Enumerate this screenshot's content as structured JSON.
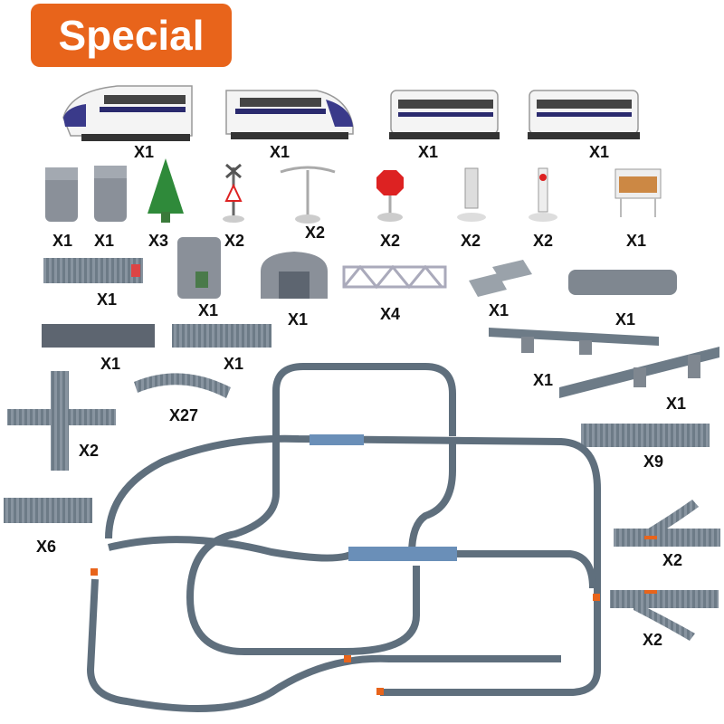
{
  "header": {
    "badge": "Special"
  },
  "quantities": {
    "train_head_1": "X1",
    "train_head_2": "X1",
    "train_car_1": "X1",
    "train_car_2": "X1",
    "pillar_1": "X1",
    "pillar_2": "X1",
    "tree": "X3",
    "crossing_sign": "X2",
    "street_lamp": "X2",
    "stop_sign": "X2",
    "signal_white": "X2",
    "signal_red": "X2",
    "billboard": "X1",
    "buffer_track": "X1",
    "station_box": "X1",
    "tunnel": "X1",
    "bridge_truss": "X4",
    "platform_plates": "X1",
    "ramp_base": "X1",
    "straight_dark_1": "X1",
    "straight_dark_2": "X1",
    "elevated_ramp_1": "X1",
    "elevated_ramp_2": "X1",
    "curve_track": "X27",
    "cross_track": "X2",
    "straight_track": "X9",
    "short_track": "X6",
    "switch_left": "X2",
    "switch_right": "X2"
  },
  "colors": {
    "badge": "#e8641b",
    "track": "#5f6f7d",
    "train_body": "#f2f2f2",
    "train_stripe": "#2a2a6e"
  }
}
